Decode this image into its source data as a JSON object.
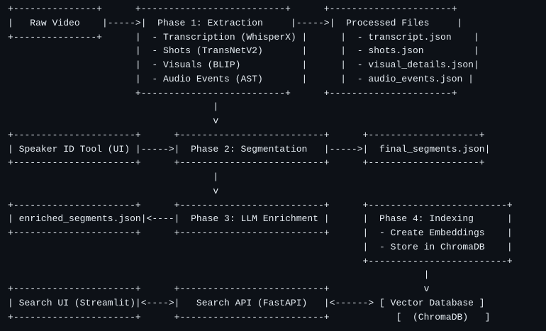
{
  "diagram": {
    "lines": [
      "+---------------+      +--------------------------+      +----------------------+",
      "|   Raw Video    |----->|  Phase 1: Extraction     |----->|  Processed Files     |",
      "+---------------+      |  - Transcription (WhisperX) |      |  - transcript.json    |",
      "                       |  - Shots (TransNetV2)       |      |  - shots.json         |",
      "                       |  - Visuals (BLIP)           |      |  - visual_details.json|",
      "                       |  - Audio Events (AST)       |      |  - audio_events.json |",
      "                       +--------------------------+      +----------------------+",
      "                                     |",
      "                                     v",
      "+----------------------+      +--------------------------+      +--------------------+",
      "| Speaker ID Tool (UI) |----->|  Phase 2: Segmentation   |----->|  final_segments.json|",
      "+----------------------+      +--------------------------+      +--------------------+",
      "                                     |",
      "                                     v",
      "+----------------------+      +--------------------------+      +-------------------------+",
      "| enriched_segments.json|<----|  Phase 3: LLM Enrichment |      |  Phase 4: Indexing      |",
      "+----------------------+      +--------------------------+      |  - Create Embeddings    |",
      "                                                                |  - Store in ChromaDB    |",
      "                                                                +-------------------------+",
      "                                                                           |",
      "+----------------------+      +--------------------------+                 v",
      "| Search UI (Streamlit)|<---->|   Search API (FastAPI)   |<------> [ Vector Database ]",
      "+----------------------+      +--------------------------+            [  (ChromaDB)   ]"
    ]
  }
}
